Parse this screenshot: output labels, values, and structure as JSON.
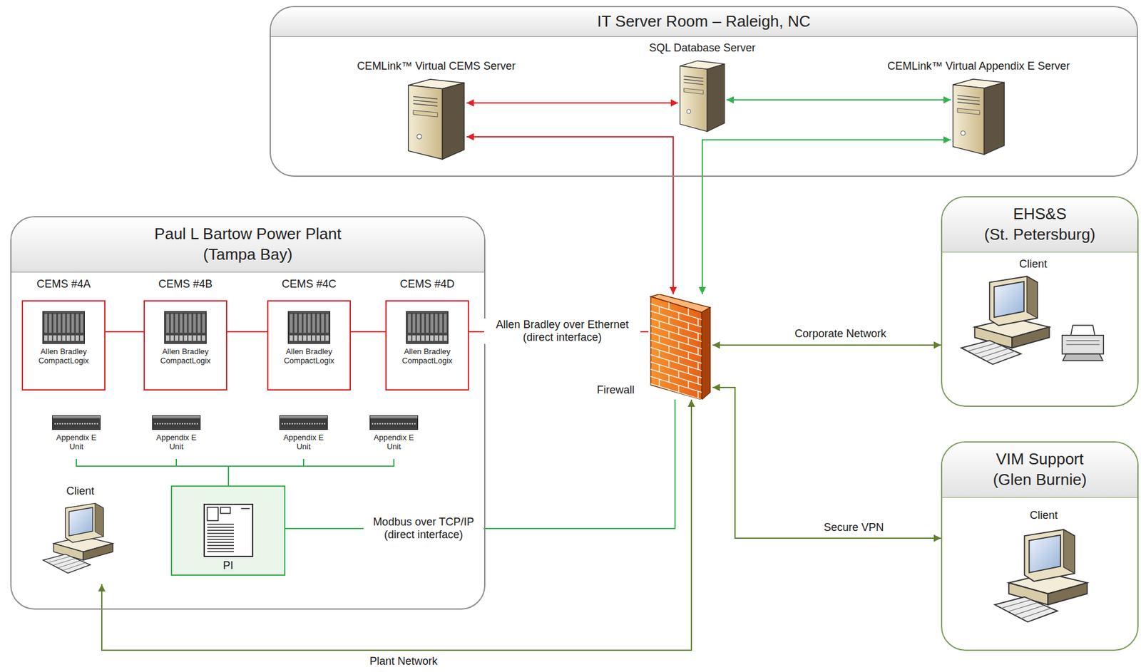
{
  "diagram": {
    "nodes": [
      {
        "text": [
          "IT Server Room – Raleigh, NC"
        ]
      },
      {
        "text": [
          "CEMLink™ Virtual CEMS Server"
        ],
        "in": 0
      },
      {
        "text": [
          "SQL Database Server"
        ],
        "in": 0
      },
      {
        "text": [
          "CEMLink™ Virtual Appendix E Server"
        ],
        "in": 0
      },
      {
        "text": [
          "Paul L Bartow Power Plant (Tampa Bay)"
        ]
      },
      {
        "text": [
          "CEMS #4A",
          "Allen Bradley CompactLogix"
        ],
        "in": 4
      },
      {
        "text": [
          "CEMS #4B",
          "Allen Bradley CompactLogix"
        ],
        "in": 4
      },
      {
        "text": [
          "CEMS #4C",
          "Allen Bradley CompactLogix"
        ],
        "in": 4
      },
      {
        "text": [
          "CEMS #4D",
          "Allen Bradley CompactLogix"
        ],
        "in": 4
      },
      {
        "text": [
          "Appendix E Unit"
        ],
        "in": 4
      },
      {
        "text": [
          "Appendix E Unit"
        ],
        "in": 4
      },
      {
        "text": [
          "Appendix E Unit"
        ],
        "in": 4
      },
      {
        "text": [
          "Appendix E Unit"
        ],
        "in": 4
      },
      {
        "text": [
          "Client"
        ],
        "in": 4
      },
      {
        "text": [
          "PI"
        ],
        "in": 4
      },
      {
        "text": [
          "Firewall"
        ]
      },
      {
        "text": [
          "EHS&S (St. Petersburg)"
        ]
      },
      {
        "text": [
          "Client"
        ],
        "in": 16
      },
      {
        "text": [
          "VIM Support (Glen Burnie)"
        ]
      },
      {
        "text": [
          "Client"
        ],
        "in": 18
      }
    ],
    "edges": [
      {
        "from": 1,
        "to": 2,
        "arrow": "both"
      },
      {
        "from": 15,
        "to": 1,
        "arrow": "both"
      },
      {
        "from": 2,
        "to": 3,
        "arrow": "both"
      },
      {
        "from": 15,
        "to": 3,
        "arrow": "both"
      },
      {
        "from": 5,
        "to": 6,
        "arrow": "none"
      },
      {
        "from": 6,
        "to": 7,
        "arrow": "none"
      },
      {
        "from": 7,
        "to": 8,
        "arrow": "none"
      },
      {
        "from": 8,
        "to": 15,
        "arrow": "none",
        "label": "Allen Bradley over Ethernet (direct interface)"
      },
      {
        "from": 9,
        "to": 14,
        "arrow": "none"
      },
      {
        "from": 10,
        "to": 14,
        "arrow": "none"
      },
      {
        "from": 11,
        "to": 14,
        "arrow": "none"
      },
      {
        "from": 12,
        "to": 14,
        "arrow": "none"
      },
      {
        "from": 14,
        "to": 15,
        "arrow": "none",
        "label": "Modbus over TCP/IP (direct interface)"
      },
      {
        "from": 15,
        "to": 16,
        "arrow": "both",
        "label": "Corporate Network"
      },
      {
        "from": 15,
        "to": 18,
        "arrow": "both",
        "label": "Secure VPN"
      },
      {
        "from": 15,
        "to": 13,
        "arrow": "both",
        "label": "Plant Network"
      }
    ]
  }
}
